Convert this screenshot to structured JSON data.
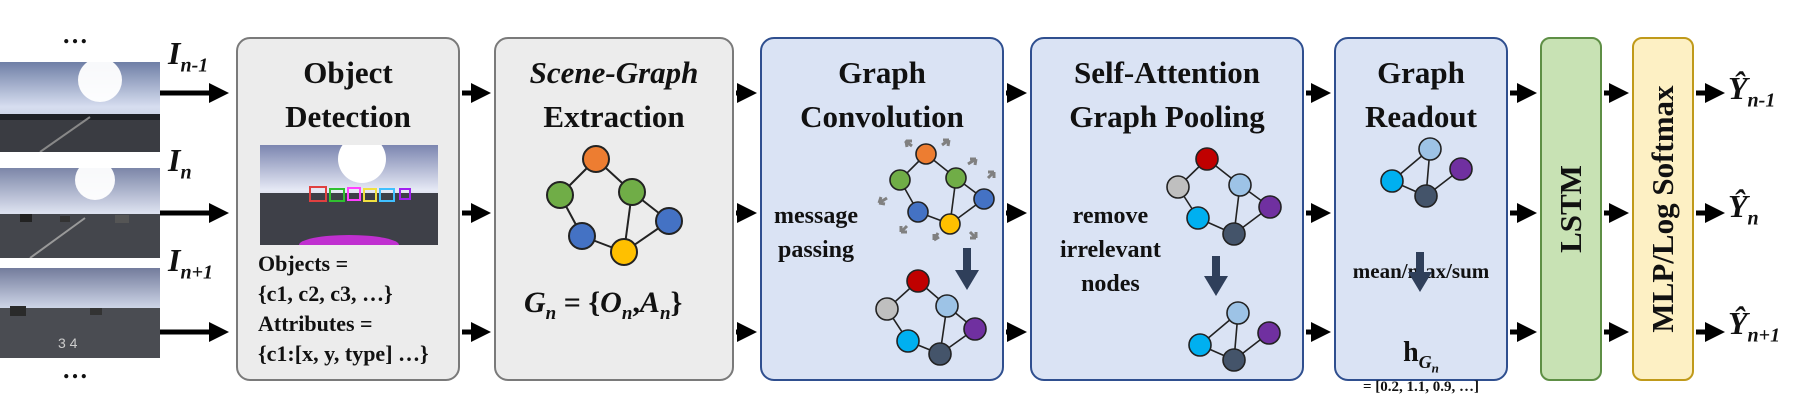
{
  "inputs": {
    "ellipsis_top": "…",
    "ellipsis_bottom": "…",
    "labels": [
      {
        "base": "I",
        "sub": "n-1"
      },
      {
        "base": "I",
        "sub": "n"
      },
      {
        "base": "I",
        "sub": "n+1"
      }
    ]
  },
  "object_detection": {
    "title_line1": "Object",
    "title_line2": "Detection",
    "objects_line1": "Objects =",
    "objects_line2": "{c1, c2, c3, …}",
    "attributes_line1": "Attributes =",
    "attributes_line2": "{c1:[x, y, type] …}"
  },
  "scene_graph": {
    "title_line1": "Scene-Graph",
    "title_line2": "Extraction",
    "formula": {
      "g": "G",
      "g_sub": "n",
      "eq": " = {",
      "o": "O",
      "o_sub": "n",
      "comma": ",",
      "a": "A",
      "a_sub": "n",
      "close": "}"
    }
  },
  "graph_convolution": {
    "title_line1": "Graph",
    "title_line2": "Convolution",
    "label_line1": "message",
    "label_line2": "passing"
  },
  "pooling": {
    "title_line1": "Self-Attention",
    "title_line2": "Graph Pooling",
    "label_line1": "remove",
    "label_line2": "irrelevant",
    "label_line3": "nodes"
  },
  "readout": {
    "title_line1": "Graph",
    "title_line2": "Readout",
    "ops": "mean/max/sum",
    "h": "h",
    "h_sub": "G",
    "h_subsub": "n",
    "vector": "= [0.2, 1.1, 0.9, …]"
  },
  "lstm": {
    "label": "LSTM"
  },
  "mlp": {
    "label": "MLP/Log Softmax"
  },
  "outputs": [
    {
      "base": "Ŷ",
      "sub": "n-1"
    },
    {
      "base": "Ŷ",
      "sub": "n"
    },
    {
      "base": "Ŷ",
      "sub": "n+1"
    }
  ],
  "colors": {
    "gray_box": "#ececec",
    "blue_box": "#dae3f4",
    "lstm": "#c8e2b4",
    "mlp": "#fdf0c4",
    "node_orange": "#ed7d31",
    "node_green": "#70ad47",
    "node_blue": "#4472c4",
    "node_yellow": "#ffc000",
    "node_red": "#c00000",
    "node_lightblue": "#9dc3e6",
    "node_gray": "#bfbfbf",
    "node_cyan": "#00b0f0",
    "node_purple": "#7030a0",
    "node_dark": "#44546a"
  }
}
